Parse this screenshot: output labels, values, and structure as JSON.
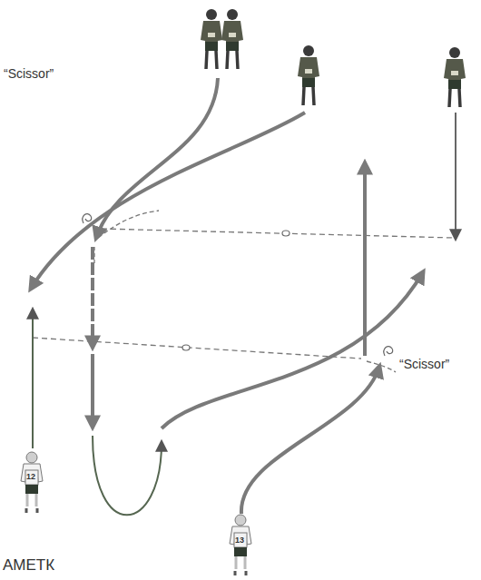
{
  "diagram": {
    "labels": [
      "“Scissor”",
      "“Scissor”",
      "12",
      "13",
      "АМЕТК"
    ]
  }
}
